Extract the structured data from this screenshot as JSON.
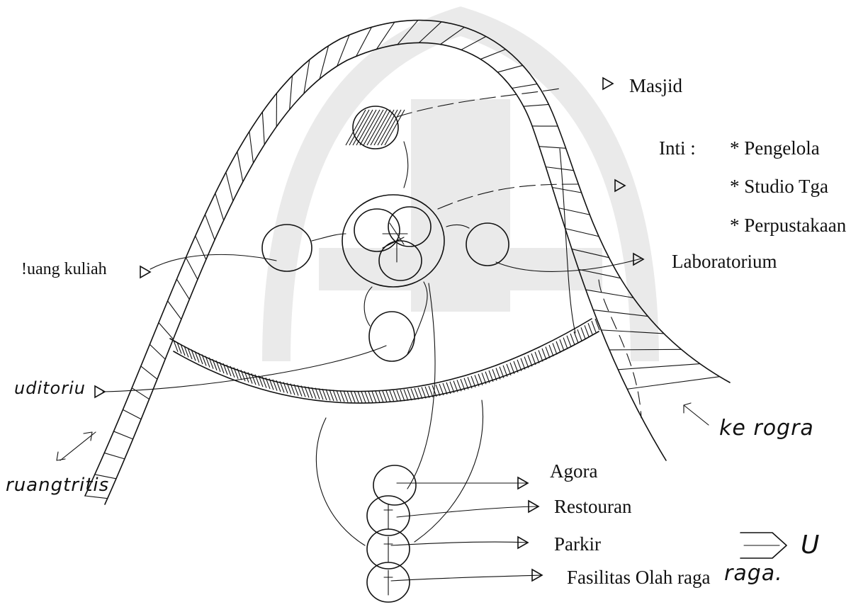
{
  "core_title": "Inti :",
  "core_items": [
    "* Pengelola",
    "* Studio Tga",
    "* Perpustakaan"
  ],
  "labels": {
    "masjid": "Masjid",
    "laboratorium": "Laboratorium",
    "ruang_kuliah": "ǃuang kuliah",
    "auditorium": "uditoriu",
    "ruang_tritis": "ruangtritis",
    "ke_rogra": "ke rogra",
    "agora": "Agora",
    "restouran": "Restouran",
    "parkir": "Parkir",
    "fasilitas": "Fasilitas Olah raga",
    "raga": "raga.",
    "north": "U"
  }
}
